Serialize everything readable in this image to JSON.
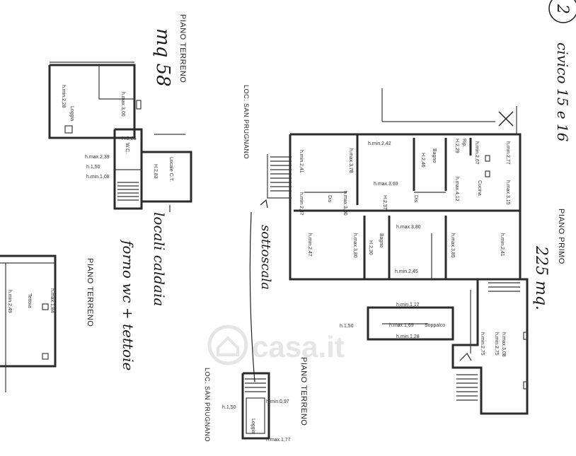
{
  "titles": {
    "piano_terreno_top": "PIANO TERRENO",
    "piano_terreno_left": "PIANO TERRENO",
    "piano_terreno_bottom": "PIANO TERRENO",
    "piano_primo": "PIANO PRIMO",
    "loc_san_prugnano_top": "LOC. SAN PRUGNANO",
    "loc_san_prugnano_bottom": "LOC. SAN PRUGNANO"
  },
  "handwriting": {
    "mq58": "mq 58",
    "locali_caldaia": "locali caldaia",
    "forno_wc_tettoie": "forno wc + tettoie",
    "sottoscala": "sottoscala",
    "mq225": "225 mq.",
    "civico": "civico 15 e 16",
    "circle_number": "2"
  },
  "labels": {
    "loggia": "Loggia",
    "h_min_2_28": "h.min.2,28",
    "h_max_3_00": "h.max.3,00",
    "h_2_25": "H.2,25",
    "wc": "W.C.",
    "h_max_2_39": "h.max.2,39",
    "h_1_50": "h.1,50",
    "h_min_1_08": "h.min.1,08",
    "h_2_83": "H.2,83",
    "locale_ct": "Locale C.T.",
    "tettoia": "Tettoia",
    "h_min_2_49": "h.min.2,49",
    "h_max_1_84": "h.max.1,84",
    "h_min_2_41": "h.min.2,41",
    "h_max_3_78": "h.max.3,78",
    "h_min_2_42": "h.min.2,42",
    "bagno": "Bagno",
    "h_2_46": "H.2,46",
    "h_max_3_69": "h.max.3,69",
    "rip": "Rip.",
    "h_2_29": "H.2,29",
    "h_min_2_67": "h.min.2,67",
    "h_min_2_77": "h.min.2,77",
    "cucina": "Cucina",
    "h_max_4_12": "h.max.4,12",
    "h_max_3_15": "h.max.3,15",
    "h_min_2_47": "h.min 2,47",
    "dis": "Dis",
    "h_max_3_00b": "h.max 3,00",
    "h_2_37": "H.2,37",
    "dis2": "Dis",
    "h_min_2_47b": "h.min.2,47",
    "h_max_3_80": "h.max.3,80",
    "bagno2": "Bagno",
    "h_2_30": "H.2,30",
    "h_max_3_80b": "h.max.3,80",
    "h_min_2_45": "h.min.2,45",
    "h_max_3_85": "h.max.3,85",
    "h_min_2_41b": "h.min.2,41",
    "h_min_1_17": "h.min.1,17",
    "h_1_50b": "h.1,50",
    "h_max_1_69": "h.max.1,69",
    "soppalco": "Soppalco",
    "h_min_1_28": "h.min.1,28",
    "h_min_2_75": "h.min.2,75",
    "h_max_3_08": "h.max.3,08",
    "h_min_2_75b": "h.min.2,75",
    "h_min_0_97": "h.min.0,97",
    "h_1_50c": "h.1,50",
    "loggia2": "Loggia",
    "h_max_1_77": "h.max.1,77"
  },
  "watermark": "casa.it"
}
